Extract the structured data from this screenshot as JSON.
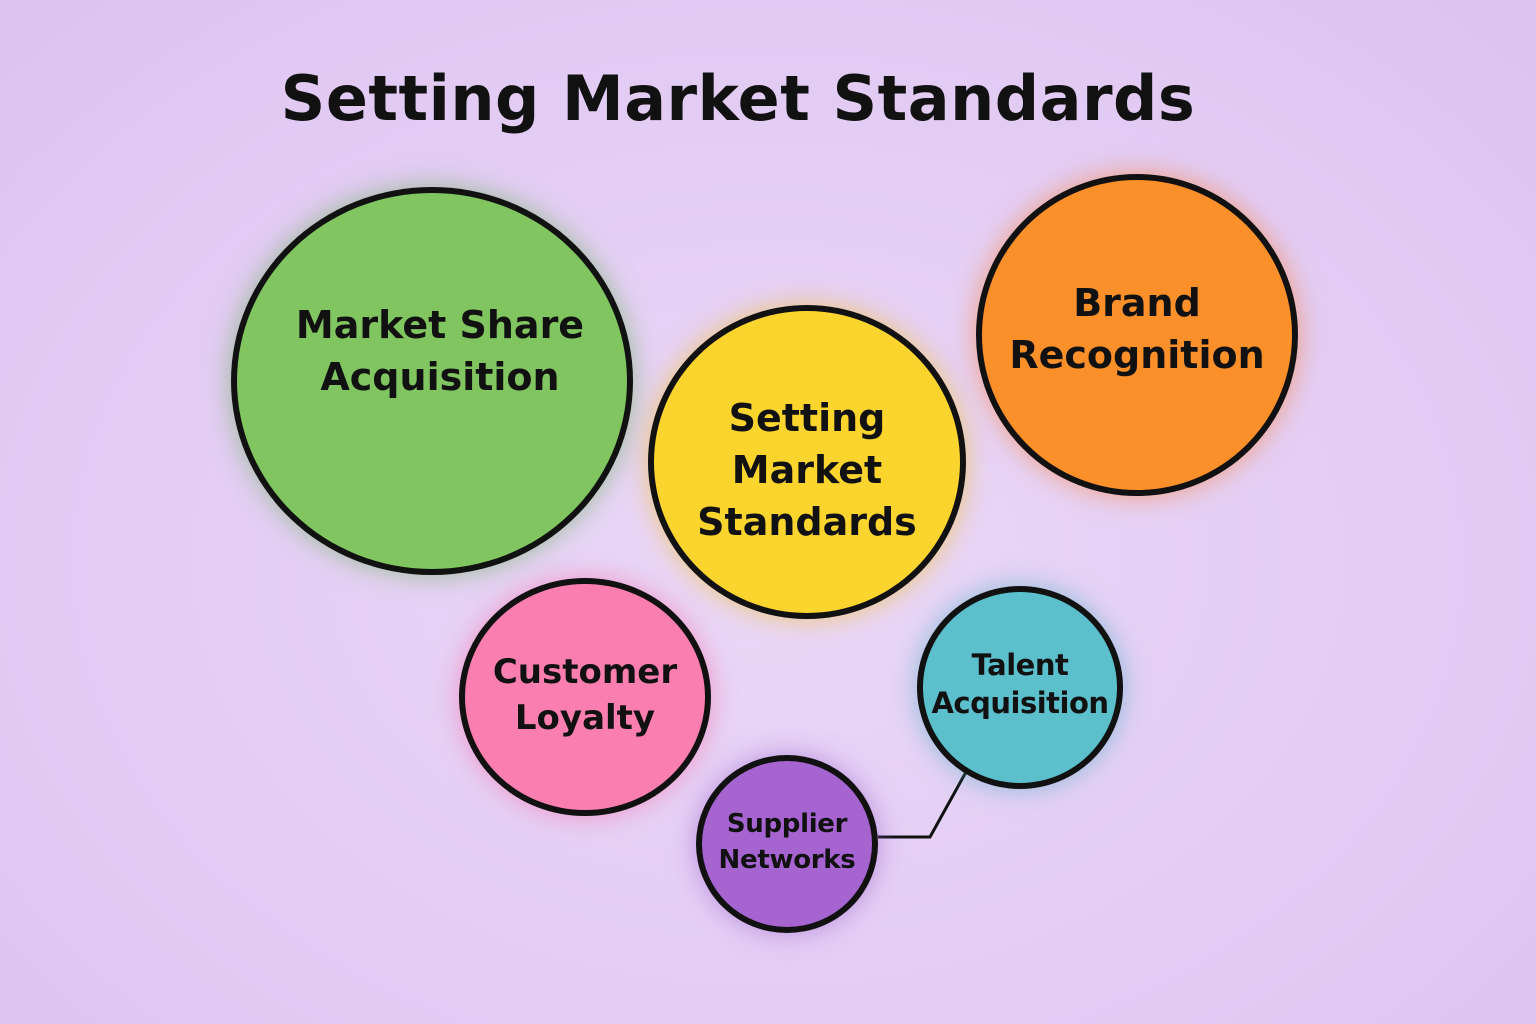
{
  "title": "Setting Market Standards",
  "bubbles": [
    {
      "id": "market-share-acquisition",
      "label": "Market Share\nAcquisition",
      "color": "#80c55f"
    },
    {
      "id": "setting-market-standards",
      "label": "Setting\nMarket\nStandards",
      "color": "#fbd52e"
    },
    {
      "id": "brand-recognition",
      "label": "Brand\nRecognition",
      "color": "#fb8f2a"
    },
    {
      "id": "customer-loyalty",
      "label": "Customer\nLoyalty",
      "color": "#fa7fb0"
    },
    {
      "id": "talent-acquisition",
      "label": "Talent\nAcquisition",
      "color": "#5cbfcc"
    },
    {
      "id": "supplier-networks",
      "label": "Supplier\nNetworks",
      "color": "#a564d0"
    }
  ],
  "connectors": [
    {
      "from": "supplier-networks",
      "to": "talent-acquisition"
    }
  ],
  "colors": {
    "background": "#e4cdf5",
    "outline": "#111111",
    "text": "#111111"
  }
}
